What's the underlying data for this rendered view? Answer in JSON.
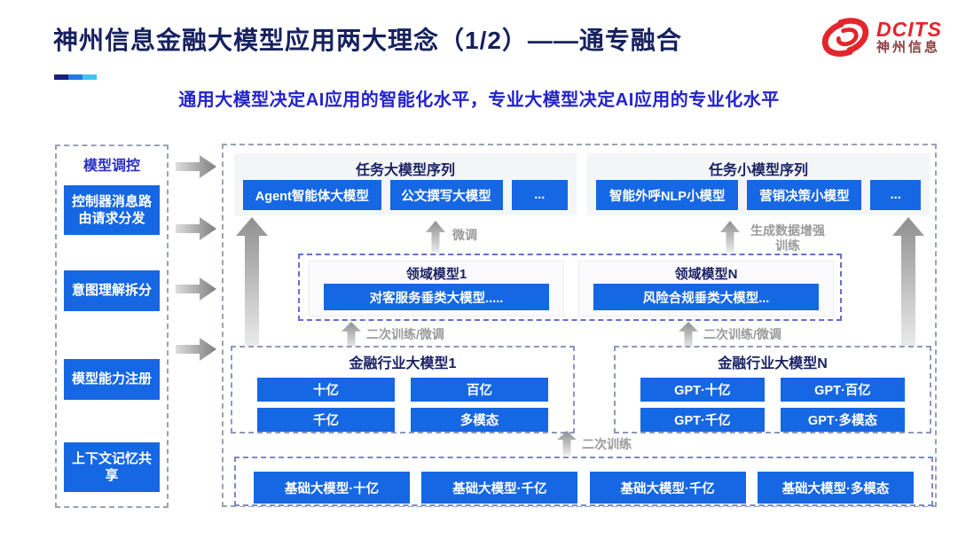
{
  "slide": {
    "title": "神州信息金融大模型应用两大理念（1/2）——通专融合",
    "subtitle": "通用大模型决定AI应用的智能化水平，专业大模型决定AI应用的专业化水平"
  },
  "logo": {
    "brand": "DCITS",
    "brand_cn": "神州信息"
  },
  "sidebar": {
    "title": "模型调控",
    "items": [
      "控制器消息路由请求分发",
      "意图理解拆分",
      "模型能力注册",
      "上下文记忆共享"
    ]
  },
  "diagram": {
    "task_large": {
      "title": "任务大模型序列",
      "items": [
        "Agent智能体大模型",
        "公文撰写大模型",
        "..."
      ]
    },
    "task_small": {
      "title": "任务小模型序列",
      "items": [
        "智能外呼NLP小模型",
        "营销决策小模型",
        "..."
      ]
    },
    "domain_group": {
      "left": {
        "title": "领域模型1",
        "item": "对客服务垂类大模型....."
      },
      "right": {
        "title": "领域模型N",
        "item": "风险合规垂类大模型..."
      }
    },
    "industry_left": {
      "title": "金融行业大模型1",
      "items": [
        "十亿",
        "百亿",
        "千亿",
        "多模态"
      ]
    },
    "industry_right": {
      "title": "金融行业大模型N",
      "items": [
        "GPT·十亿",
        "GPT·百亿",
        "GPT·千亿",
        "GPT·多模态"
      ]
    },
    "foundation": {
      "items": [
        "基础大模型·十亿",
        "基础大模型·千亿",
        "基础大模型·千亿",
        "基础大模型·多模态"
      ]
    },
    "flow_labels": {
      "fine_tune": "微调",
      "data_augment": "生成数据增强训练",
      "retrain_finetune_left": "二次训练/微调",
      "retrain_finetune_right": "二次训练/微调",
      "retrain": "二次训练"
    }
  },
  "colors": {
    "node_blue": "#1667e3",
    "title_navy": "#17215f",
    "subtitle_blue": "#2423cb",
    "brand_red": "#e2262c",
    "brand_cn_color": "#8c4242",
    "label_gray": "#9a9a9a",
    "underline_segments": [
      "#1a1f7a",
      "#2479e2",
      "#45c2ee"
    ]
  }
}
